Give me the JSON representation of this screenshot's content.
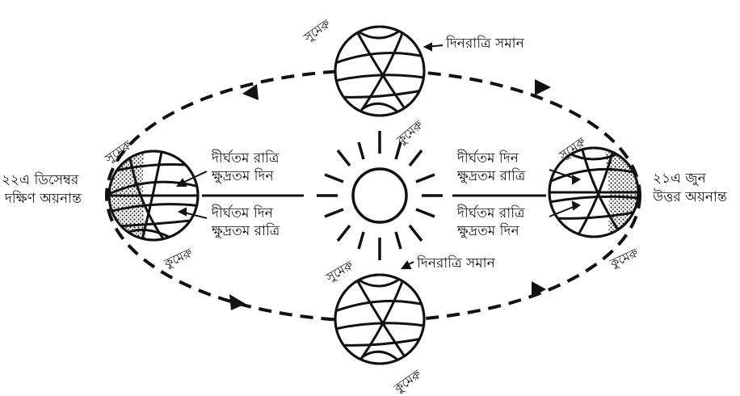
{
  "top_caption": "",
  "labels": {
    "top_north": "সুমেরু",
    "top_south": "কুমেরু",
    "top_equal": "দিনরাত্রি সমান",
    "bottom_north": "সুমেরু",
    "bottom_south": "কুমেরু",
    "bottom_equal": "দিনরাত্রি সমান",
    "left_north": "সুমেরু",
    "left_south": "কুমেরু",
    "left_date_line1": "২২এ ডিসেম্বর",
    "left_date_line2": "দক্ষিণ অয়নান্ত",
    "left_upper_1": "দীর্ঘতম রাত্রি",
    "left_upper_2": "ক্ষুদ্রতম দিন",
    "left_lower_1": "দীর্ঘতম দিন",
    "left_lower_2": "ক্ষুদ্রতম রাত্রি",
    "right_north": "সুমেরু",
    "right_south": "কুমেরু",
    "right_date_line1": "২১এ জুন",
    "right_date_line2": "উত্তর অয়নান্ত",
    "right_upper_1": "দীর্ঘতম দিন",
    "right_upper_2": "ক্ষুদ্রতম রাত্রি",
    "right_lower_1": "দীর্ঘতম রাত্রি",
    "right_lower_2": "ক্ষুদ্রতম দিন"
  }
}
